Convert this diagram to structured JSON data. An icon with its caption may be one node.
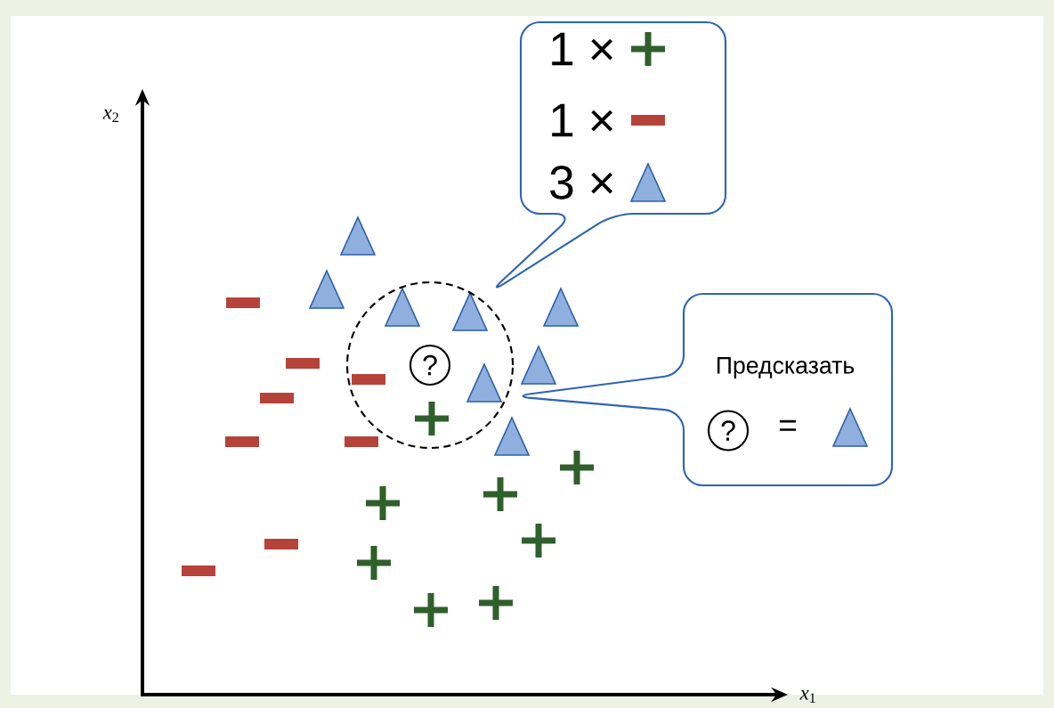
{
  "diagram": {
    "nodes": [
      {
        "text": [
          "1 ×",
          "1 ×",
          "3 ×"
        ]
      },
      {
        "text": [],
        "shape": "circle"
      },
      {
        "text": [
          "?"
        ],
        "in": 1
      },
      {
        "text": [
          "Предсказать",
          "="
        ]
      },
      {
        "text": [
          "?"
        ],
        "in": 3
      }
    ],
    "labels": [
      "*x*$_{2}$",
      "*x*$_{1}$"
    ]
  }
}
